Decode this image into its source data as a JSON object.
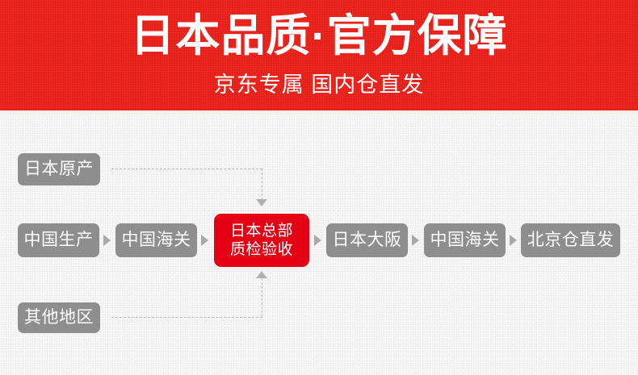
{
  "banner": {
    "title": "日本品质·官方保障",
    "subtitle": "京东专属 国内仓直发",
    "background_color": "#e8211a",
    "text_color": "#ffffff"
  },
  "flow": {
    "node_color": "#8e8e8e",
    "highlight_color": "#e60014",
    "connector_color": "#b0b0b0",
    "nodes": {
      "origin_japan": "日本原产",
      "china_production": "中国生产",
      "china_customs_1": "中国海关",
      "japan_hq_line1": "日本总部",
      "japan_hq_line2": "质检验收",
      "japan_osaka": "日本大阪",
      "china_customs_2": "中国海关",
      "beijing_warehouse": "北京仓直发",
      "other_regions": "其他地区"
    }
  }
}
